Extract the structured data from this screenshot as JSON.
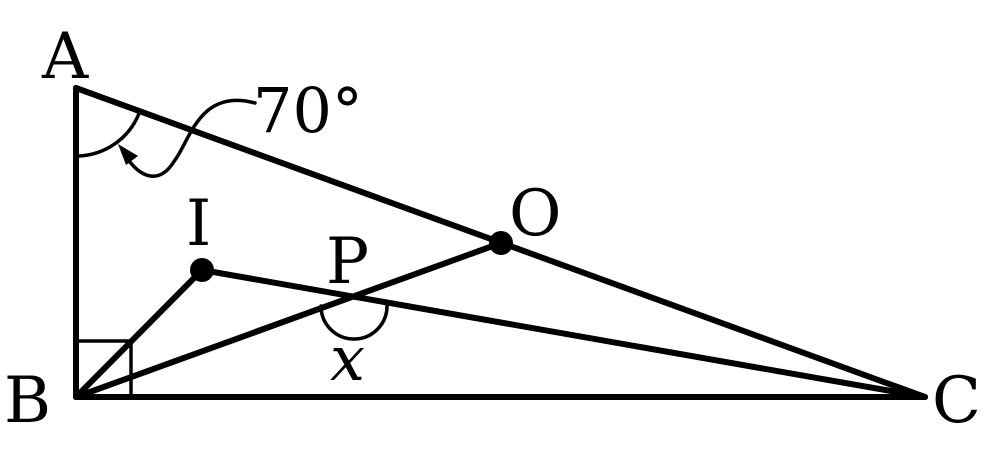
{
  "points": {
    "A": "A",
    "B": "B",
    "C": "C",
    "I": "I",
    "O": "O",
    "P": "P"
  },
  "angle_A": "70°",
  "unknown_angle": "x",
  "colors": {
    "ink": "#000000",
    "background": "#ffffff"
  }
}
